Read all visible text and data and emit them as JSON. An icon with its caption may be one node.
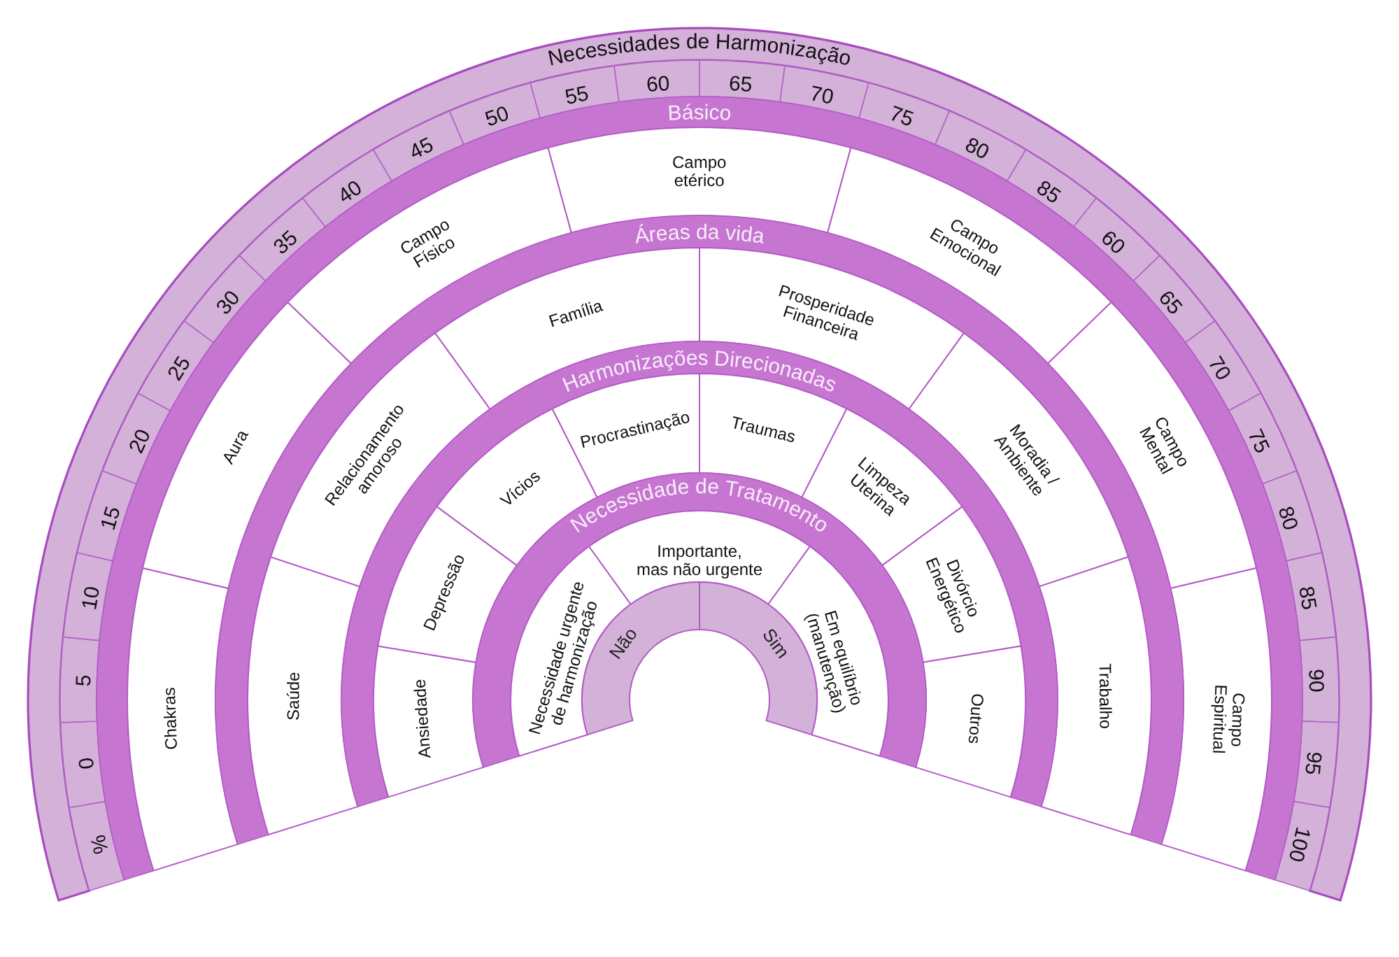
{
  "diagram": {
    "nodes": [
      {
        "text": [
          "Necessidades de Harmonização"
        ]
      },
      {
        "text": [
          "%"
        ]
      },
      {
        "text": [
          "0"
        ]
      },
      {
        "text": [
          "5"
        ]
      },
      {
        "text": [
          "10"
        ]
      },
      {
        "text": [
          "15"
        ]
      },
      {
        "text": [
          "20"
        ]
      },
      {
        "text": [
          "25"
        ]
      },
      {
        "text": [
          "30"
        ]
      },
      {
        "text": [
          "35"
        ]
      },
      {
        "text": [
          "40"
        ]
      },
      {
        "text": [
          "45"
        ]
      },
      {
        "text": [
          "50"
        ]
      },
      {
        "text": [
          "55"
        ]
      },
      {
        "text": [
          "60"
        ]
      },
      {
        "text": [
          "65"
        ]
      },
      {
        "text": [
          "70"
        ]
      },
      {
        "text": [
          "75"
        ]
      },
      {
        "text": [
          "80"
        ]
      },
      {
        "text": [
          "85"
        ]
      },
      {
        "text": [
          "60"
        ]
      },
      {
        "text": [
          "65"
        ]
      },
      {
        "text": [
          "70"
        ]
      },
      {
        "text": [
          "75"
        ]
      },
      {
        "text": [
          "80"
        ]
      },
      {
        "text": [
          "85"
        ]
      },
      {
        "text": [
          "90"
        ]
      },
      {
        "text": [
          "95"
        ]
      },
      {
        "text": [
          "100"
        ]
      },
      {
        "text": [
          "Básico"
        ]
      },
      {
        "text": [
          "Chakras"
        ]
      },
      {
        "text": [
          "Aura"
        ]
      },
      {
        "text": [
          "Campo Físico"
        ]
      },
      {
        "text": [
          "Campo etérico"
        ]
      },
      {
        "text": [
          "Campo Emocional"
        ]
      },
      {
        "text": [
          "Campo Mental"
        ]
      },
      {
        "text": [
          "Campo Espiritual"
        ]
      },
      {
        "text": [
          "Áreas da vida"
        ]
      },
      {
        "text": [
          "Saúde"
        ]
      },
      {
        "text": [
          "Relacionamento amoroso"
        ]
      },
      {
        "text": [
          "Família"
        ]
      },
      {
        "text": [
          "Prosperidade Financeira"
        ]
      },
      {
        "text": [
          "Moradia / Ambiente"
        ]
      },
      {
        "text": [
          "Trabalho"
        ]
      },
      {
        "text": [
          "Harmonizações Direcionadas"
        ]
      },
      {
        "text": [
          "Ansiedade"
        ]
      },
      {
        "text": [
          "Depressão"
        ]
      },
      {
        "text": [
          "Vícios"
        ]
      },
      {
        "text": [
          "Procrastinação"
        ]
      },
      {
        "text": [
          "Traumas"
        ]
      },
      {
        "text": [
          "Limpeza Uterina"
        ]
      },
      {
        "text": [
          "Divórcio Energético"
        ]
      },
      {
        "text": [
          "Outros"
        ]
      },
      {
        "text": [
          "Necessidade de Tratamento"
        ]
      },
      {
        "text": [
          "Necessidade urgente de harmonização"
        ]
      },
      {
        "text": [
          "Importante, mas não urgente"
        ]
      },
      {
        "text": [
          "Em equilíbrio (manutenção)"
        ]
      },
      {
        "text": [
          "Não"
        ]
      },
      {
        "text": [
          "Sim"
        ]
      }
    ]
  }
}
